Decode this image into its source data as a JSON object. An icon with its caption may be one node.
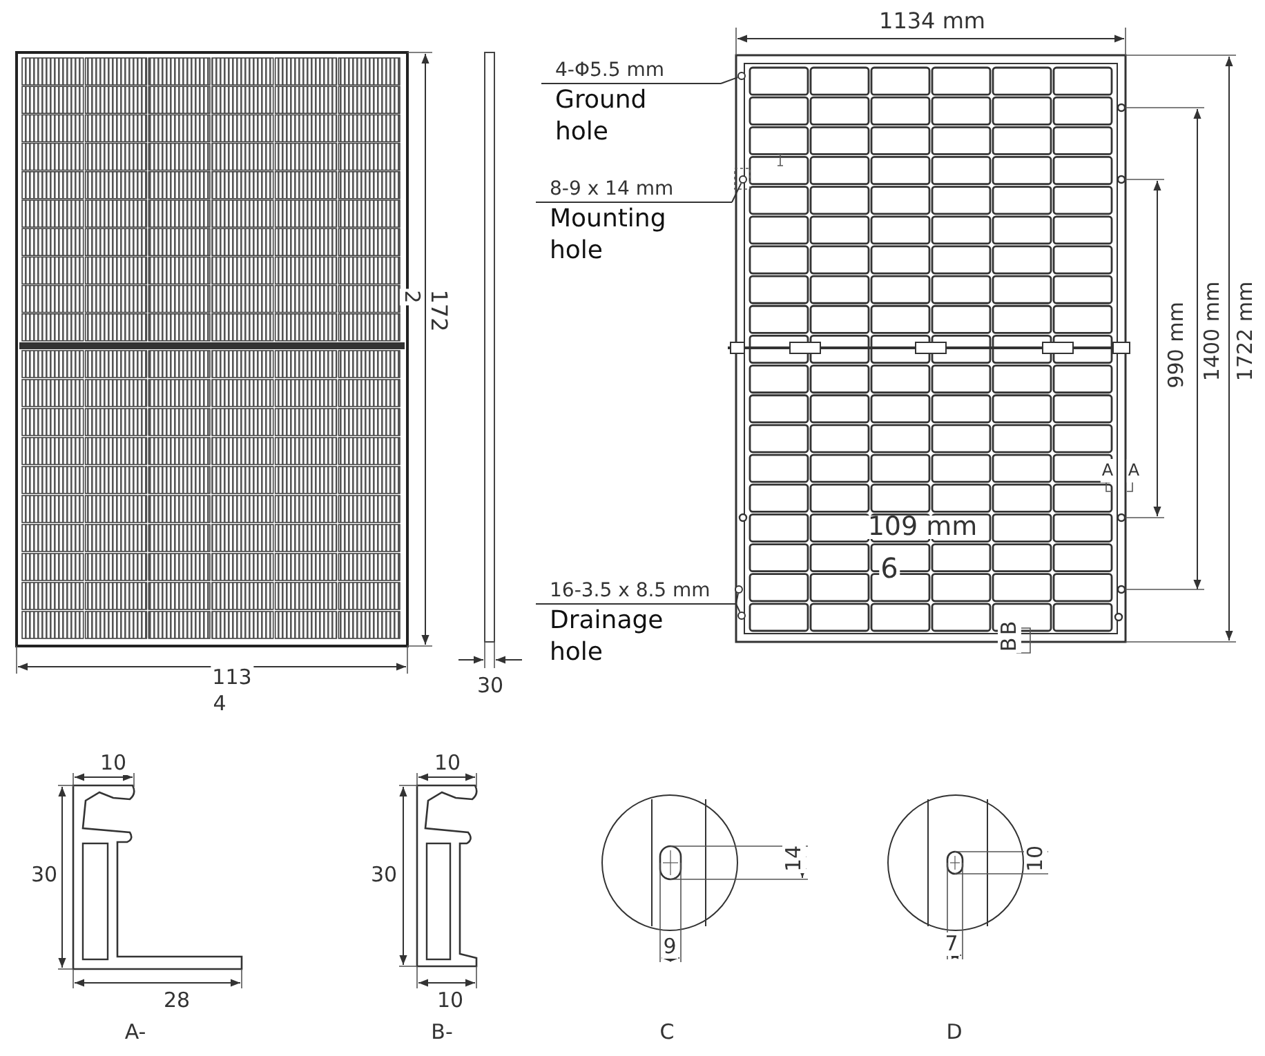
{
  "diagram": {
    "nodes": [
      {
        "text": [
          "4-Φ5.5 mm",
          "Ground hole"
        ]
      },
      {
        "text": [],
        "shape": "circle"
      },
      {
        "text": [
          "8-9 x 14 mm",
          "Mounting hole"
        ]
      },
      {
        "text": [],
        "shape": "circle"
      },
      {
        "text": [
          "16-3.5 x 8.5 mm",
          "Drainage hole"
        ]
      },
      {
        "text": [],
        "shape": "circle"
      },
      {
        "text": [],
        "shape": "circle"
      }
    ],
    "edges": [
      {
        "from": 0,
        "to": 1,
        "arrow": "none"
      },
      {
        "from": 2,
        "to": 3,
        "arrow": "none"
      },
      {
        "from": 4,
        "to": 5,
        "arrow": "none"
      },
      {
        "from": 4,
        "to": 6,
        "arrow": "none"
      }
    ],
    "labels": [
      "1134 mm",
      "990 mm",
      "1400 mm",
      "1722 mm",
      "A",
      "A",
      "109 mm",
      "6",
      "B",
      "B",
      "172",
      "2",
      "113",
      "4",
      "30",
      "10",
      "30",
      "28",
      "A-",
      "10",
      "30",
      "10",
      "B-",
      "14",
      "9",
      "C",
      "10",
      "7",
      "D"
    ]
  }
}
